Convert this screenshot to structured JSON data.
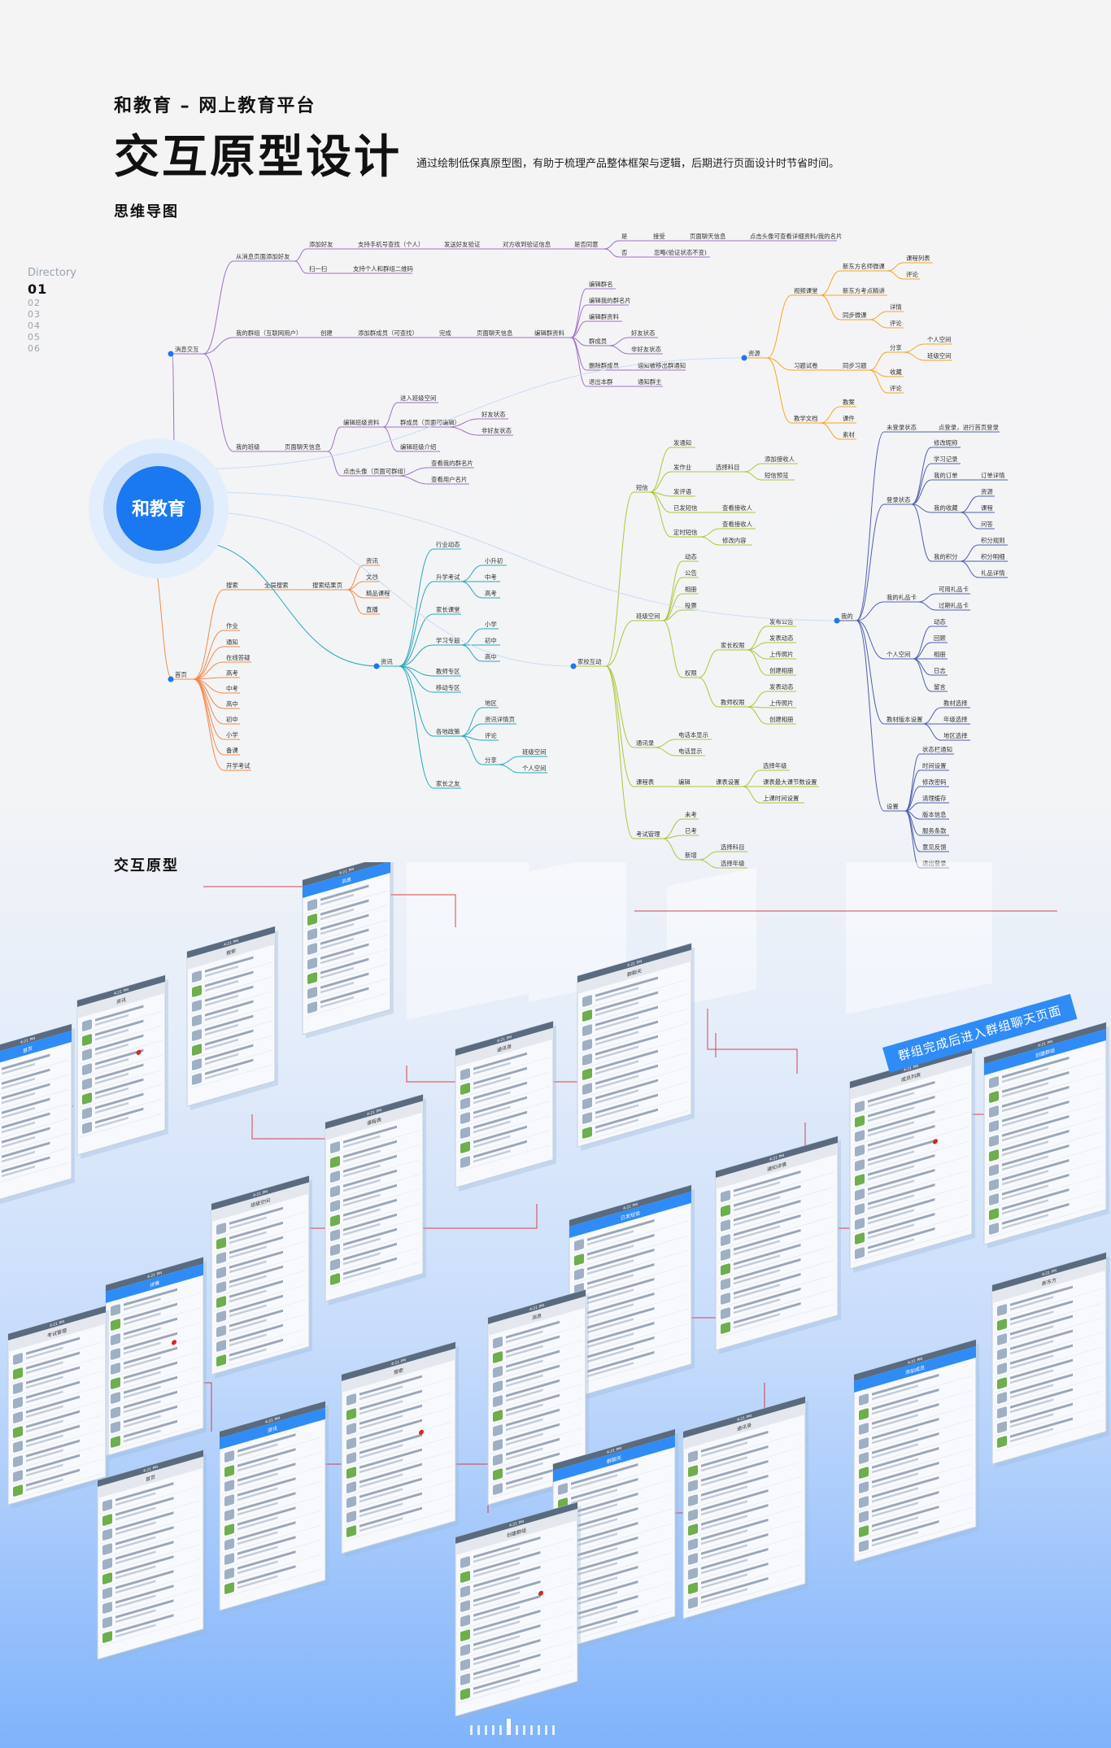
{
  "header": {
    "brand": "和教育 – 网上教育平台",
    "title": "交互原型设计",
    "subtitle": "通过绘制低保真原型图，有助于梳理产品整体框架与逻辑，后期进行页面设计时节省时间。"
  },
  "sections": {
    "mindmap_title": "思维导图",
    "prototype_title": "交互原型"
  },
  "directory": {
    "label": "Directory",
    "items": [
      "01",
      "02",
      "03",
      "04",
      "05",
      "06"
    ],
    "active": "01"
  },
  "banner": {
    "text": "群组完成后进入群组聊天页面"
  },
  "mindmap": {
    "root": "和教育",
    "colors": {
      "root": "#1a78f0",
      "msg": "#a26fc4",
      "home": "#f28a4a",
      "news": "#2aa7b8",
      "school": "#a9c83a",
      "res": "#f5a623",
      "mine": "#4e5fb0"
    },
    "labels": {
      "msg": "消息交互",
      "msg_add": "从消息页面添加好友",
      "add_friend": "添加好友",
      "scan": "扫一扫",
      "phone": "支持手机号查找（个人）",
      "verify": "发送好友验证",
      "receive": "对方收到验证信息",
      "agree": "是否同意",
      "yes": "是",
      "no": "否",
      "accept": "接受",
      "chat": "页面聊天信息",
      "tap_avatar": "点击头像可查看详细资料/我的名片",
      "ignore": "忽略(验证状态不变)",
      "scan_qr": "支持个人和群组二维码",
      "my_group": "我的群组（互联网用户）",
      "create": "创建",
      "add_member": "添加群成员（可查找）",
      "done": "完成",
      "group_chat": "页面聊天信息",
      "edit_group": "编辑群资料",
      "g1": "编辑群名",
      "g2": "编辑我的群名片",
      "g3": "编辑群资料",
      "g4": "群成员",
      "g4a": "好友状态",
      "g4b": "非好友状态",
      "g5": "删除群成员",
      "g5a": "通知被移出群通知",
      "g6": "退出本群",
      "g6a": "通知群主",
      "my_class": "我的班级",
      "class_chat": "页面聊天信息",
      "c1": "编辑班级资料",
      "c1a": "进入班级空间",
      "c1b": "群成员（页面可编辑）",
      "c1b1": "好友状态",
      "c1b2": "非好友状态",
      "c1c": "编辑班级介绍",
      "c2": "点击头像（页面可群组）",
      "c2a": "查看我的群名片",
      "c2b": "查看用户名片",
      "home": "首页",
      "search": "搜索",
      "global": "全局搜索",
      "result": "搜索结果页",
      "r1": "资讯",
      "r2": "文档",
      "r3": "精品课程",
      "r4": "直播",
      "h1": "作业",
      "h2": "通知",
      "h3": "在线答疑",
      "h4": "高考",
      "h5": "中考",
      "h6": "高中",
      "h7": "初中",
      "h8": "小学",
      "h9": "备课",
      "h10": "开学考试",
      "news": "资讯",
      "n1": "行业动态",
      "n2": "升学考试",
      "n2a": "小升初",
      "n2b": "中考",
      "n2c": "高考",
      "n3": "家长课堂",
      "n4": "学习专题",
      "n4a": "小学",
      "n4b": "初中",
      "n4c": "高中",
      "n5": "教师专区",
      "n6": "移动专区",
      "n7": "各地政策",
      "n7a": "地区",
      "n7b": "资讯详情页",
      "n7c": "评论",
      "n7d": "分享",
      "n7d1": "班级空间",
      "n7d2": "个人空间",
      "n8": "家长之友",
      "school": "家校互动",
      "s1": "短信",
      "s1a": "发通知",
      "s1b": "发作业",
      "s1b1": "选择科目",
      "s1b1a": "添加接收人",
      "s1b1b": "短信预览",
      "s1c": "发评语",
      "s1d": "已发短信",
      "s1d1": "查看接收人",
      "s1e": "定时短信",
      "s1e1": "查看接收人",
      "s1e2": "修改内容",
      "s2": "班级空间",
      "s2a": "动态",
      "s2b": "公告",
      "s2c": "相册",
      "s2d": "投票",
      "s2e": "权限",
      "s2e1": "家长权限",
      "s2e1a": "发布公告",
      "s2e1b": "发表动态",
      "s2e1c": "上传照片",
      "s2e1d": "创建相册",
      "s2e2": "教师权限",
      "s2e2a": "发表动态",
      "s2e2b": "上传照片",
      "s2e2c": "创建相册",
      "s3": "通讯录",
      "s3a": "电话本显示",
      "s3b": "电话显示",
      "s4": "课程表",
      "s4a": "编辑",
      "s4b": "课表设置",
      "s4b1": "选择年级",
      "s4b2": "课表最大课节数设置",
      "s4b3": "上课时间设置",
      "s5": "考试管理",
      "s5a": "未考",
      "s5b": "已考",
      "s5c": "新增",
      "s5c1": "选择科目",
      "s5c2": "选择年级",
      "res": "资源",
      "v1": "视频课堂",
      "v1a": "新东方名师微课",
      "v1a1": "课程列表",
      "v1a2": "评论",
      "v1b": "新东方考点精讲",
      "v1c": "同步微课",
      "v1c1": "详情",
      "v1c2": "评论",
      "x1": "习题试卷",
      "x1a": "同步习题",
      "x1a1": "分享",
      "x1a1a": "个人空间",
      "x1a1b": "班级空间",
      "x1a2": "收藏",
      "x1a3": "评论",
      "t1": "教学文档",
      "t1a": "教案",
      "t1b": "课件",
      "t1c": "素材",
      "mine": "我的",
      "m1": "未登录状态",
      "m1a": "点登录，进行首页登录",
      "m2": "登录状态",
      "m2a": "修改昵称",
      "m2b": "学习记录",
      "m2c": "我的订单",
      "m2c1": "订单详情",
      "m2d": "我的收藏",
      "m2d1": "资源",
      "m2d2": "课程",
      "m2d3": "问答",
      "m2e": "我的积分",
      "m2e1": "积分规则",
      "m2e2": "积分明细",
      "m2e3": "礼品详情",
      "m3": "我的礼品卡",
      "m3a": "可用礼品卡",
      "m3b": "过期礼品卡",
      "m4": "个人空间",
      "m4a": "动态",
      "m4b": "回顾",
      "m4c": "相册",
      "m4d": "日志",
      "m4e": "留言",
      "m5": "教材版本设置",
      "m5a": "教材选择",
      "m5b": "年级选择",
      "m5c": "地区选择",
      "m6": "设置",
      "m6a": "状态栏通知",
      "m6b": "时间设置",
      "m6c": "修改密码",
      "m6d": "清理缓存",
      "m6e": "版本信息",
      "m6f": "服务条款",
      "m6g": "意见反馈",
      "m6h": "退出登录"
    }
  },
  "prototypes": {
    "screens": [
      {
        "title": "消息"
      },
      {
        "title": "搜索"
      },
      {
        "title": "资讯"
      },
      {
        "title": "首页"
      },
      {
        "title": "通讯录"
      },
      {
        "title": "群聊天"
      },
      {
        "title": "创建群组"
      },
      {
        "title": "成员列表"
      },
      {
        "title": "通知详情"
      },
      {
        "title": "已发短信"
      },
      {
        "title": "课程表"
      },
      {
        "title": "班级空间"
      },
      {
        "title": "详情"
      },
      {
        "title": "考试管理"
      },
      {
        "title": "新东方"
      },
      {
        "title": "添加成员"
      }
    ],
    "status_time": "4:21 PM"
  },
  "pager": {
    "count": 12,
    "active_index": 5
  }
}
